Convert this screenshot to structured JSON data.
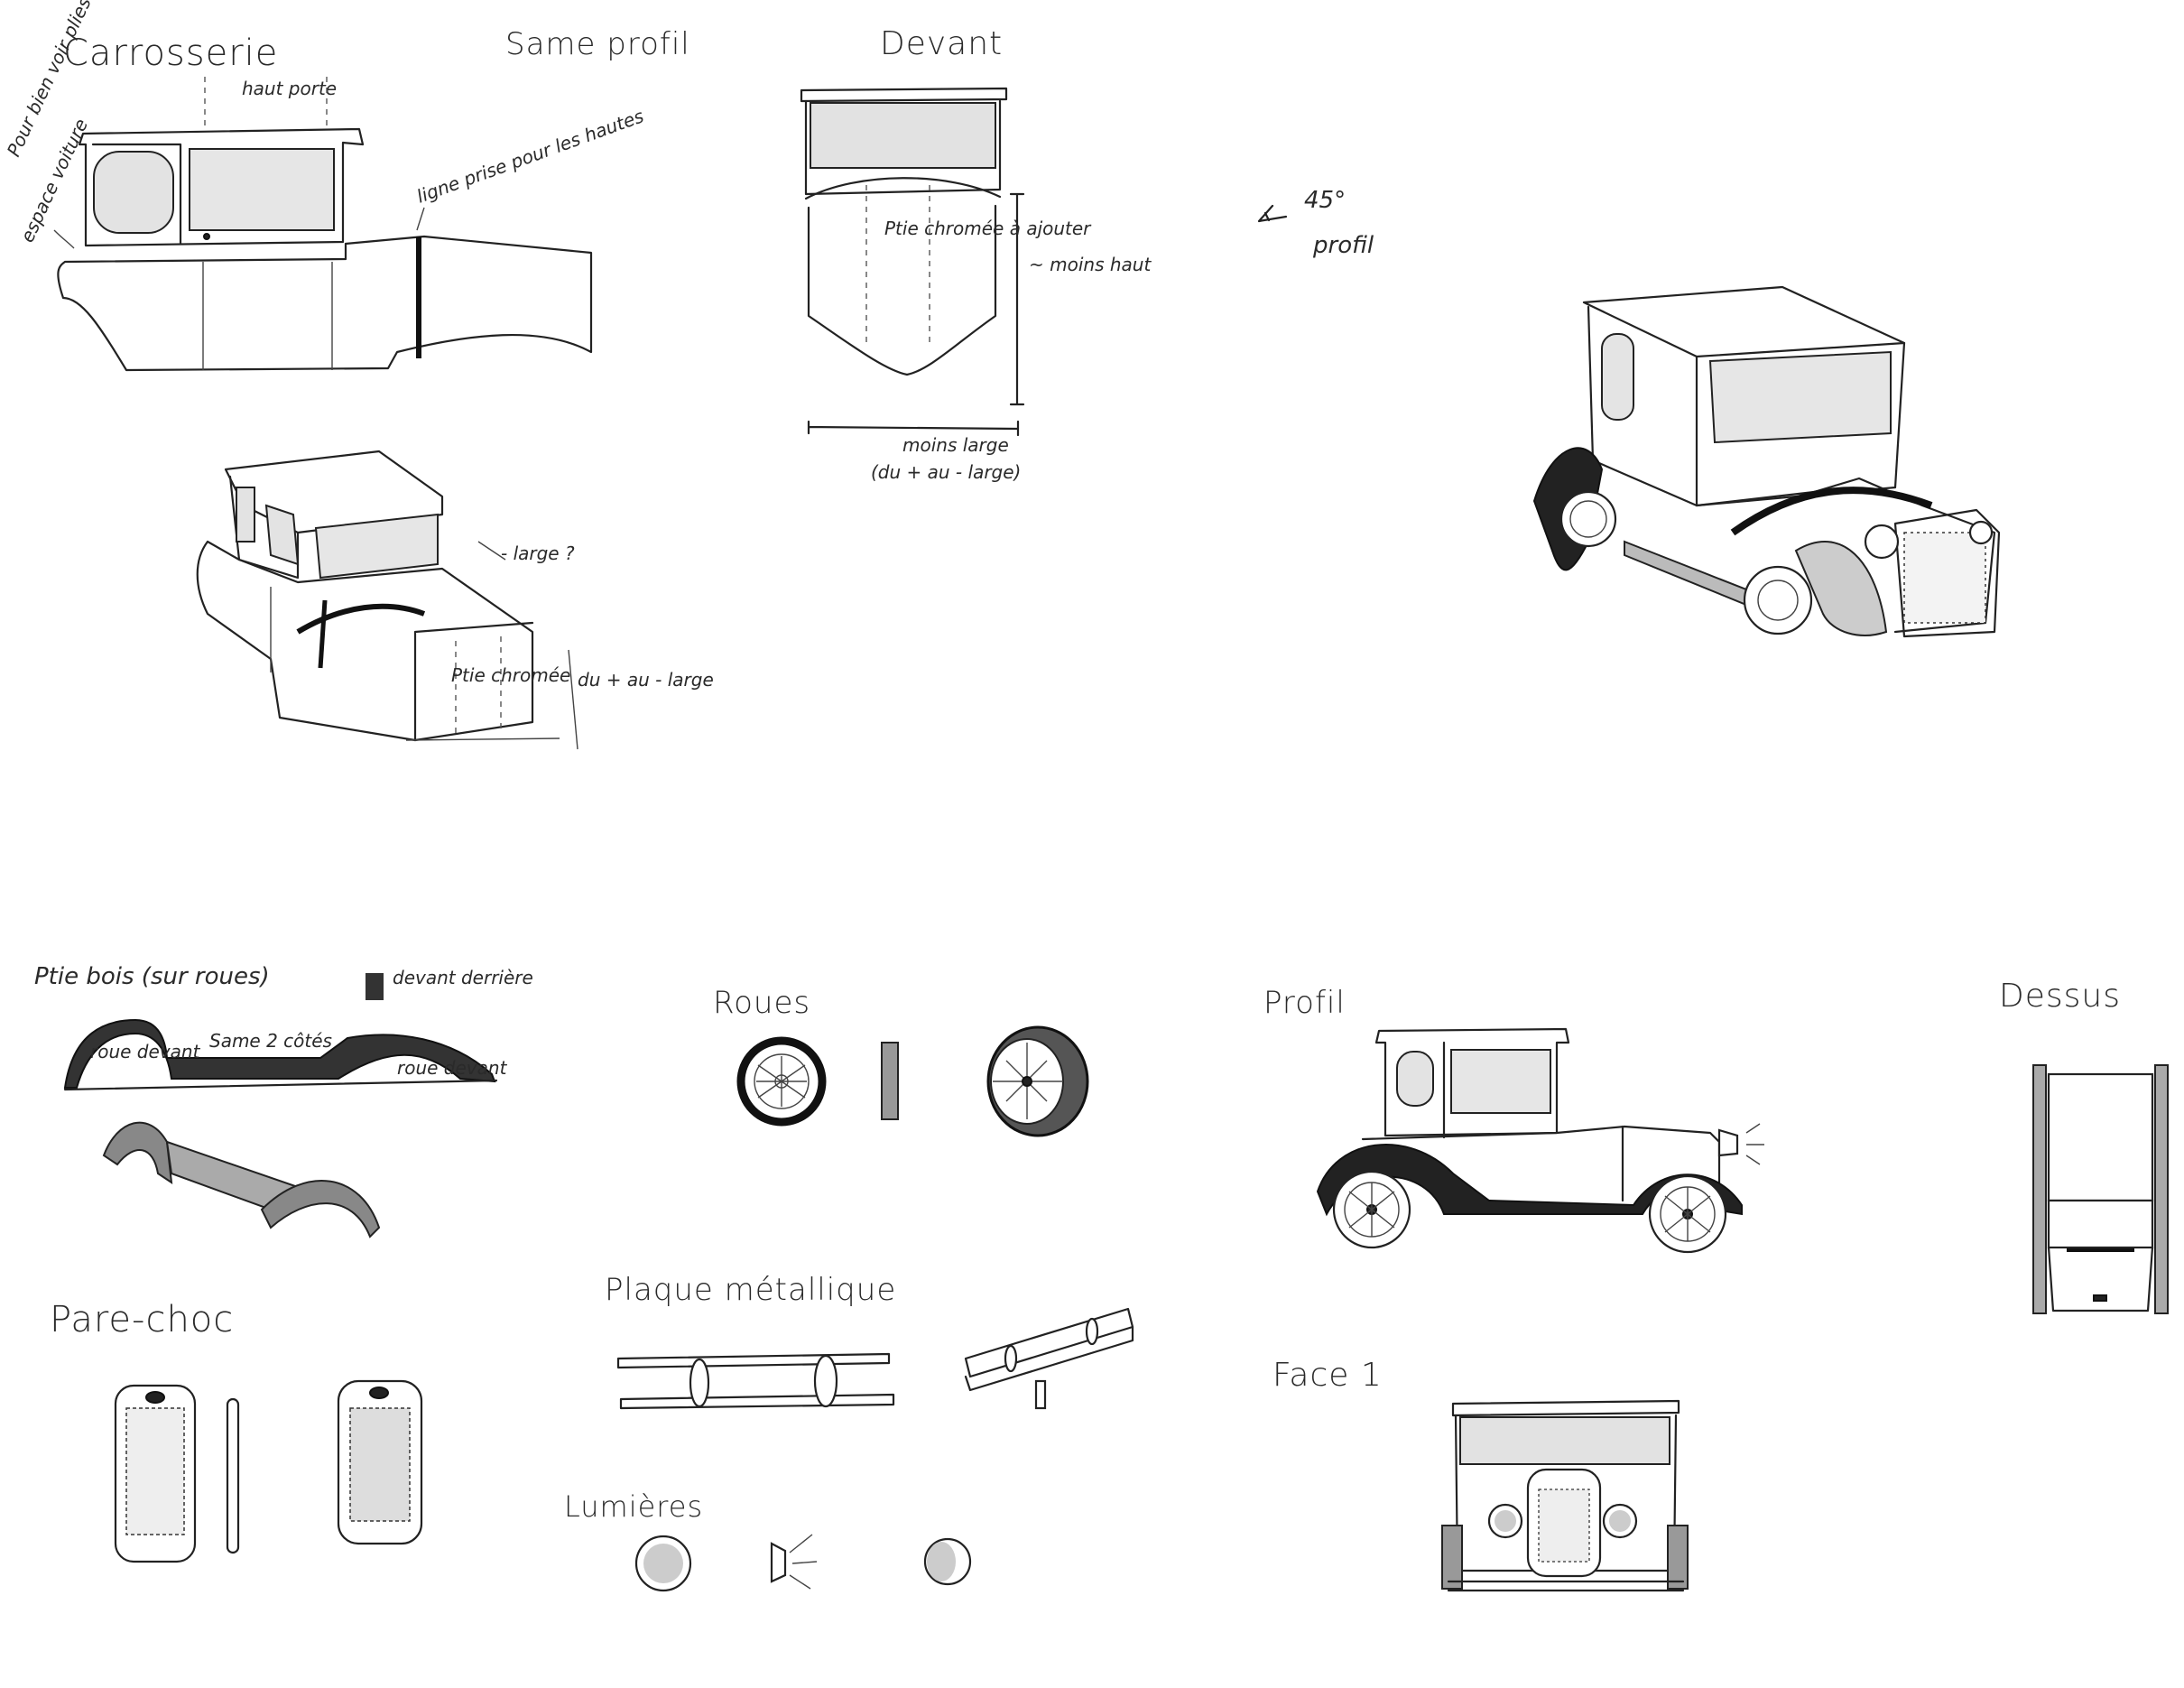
{
  "sections": {
    "carrosserie": {
      "title": "Carrosserie",
      "note_same_profile": "Same profil",
      "note_door_height": "haut porte",
      "note_left_1": "Pour bien voir plies",
      "note_left_2": "espace voiture",
      "note_line": "ligne prise pour les hautes",
      "note_width": "- large ?",
      "note_chrome": "Ptie chromée",
      "note_width_2": "du + au - large"
    },
    "devant": {
      "title": "Devant",
      "note_chrome": "Ptie chromée à ajouter",
      "note_height": "~ moins haut",
      "note_width": "moins large",
      "note_width_2": "(du + au - large)"
    },
    "view_45": {
      "angle_label": "45°",
      "subtitle": "profil"
    },
    "ptie_bois": {
      "title": "Ptie bois (sur roues)",
      "legend": "devant derrière",
      "note_both_sides": "Same 2 côtés",
      "label_front_wheel_1": "roue devant",
      "label_front_wheel_2": "roue devant"
    },
    "roues": {
      "title": "Roues"
    },
    "pare_choc": {
      "title": "Pare-choc"
    },
    "plaque": {
      "title": "Plaque métallique"
    },
    "lumieres": {
      "title": "Lumières"
    },
    "profil": {
      "title": "Profil"
    },
    "dessus": {
      "title": "Dessus"
    },
    "face": {
      "title": "Face 1"
    }
  },
  "colors": {
    "ink": "#222222",
    "paper": "#ffffff",
    "shade": "#d8d8d8"
  }
}
